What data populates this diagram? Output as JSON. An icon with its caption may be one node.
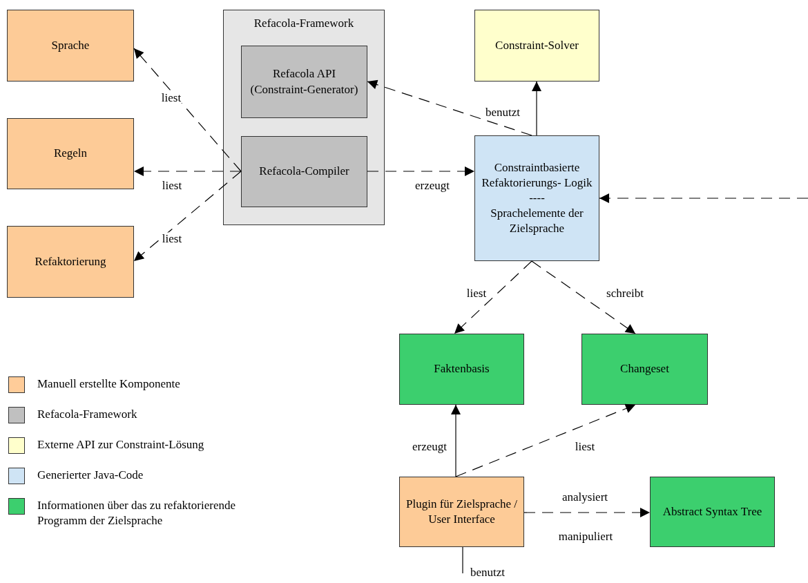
{
  "diagram": {
    "nodes": [
      {
        "text": [
          "Sprache"
        ]
      },
      {
        "text": [
          "Regeln"
        ]
      },
      {
        "text": [
          "Refaktorierung"
        ]
      },
      {
        "text": [
          "Refacola-Framework"
        ]
      },
      {
        "text": [
          "Refacola API (Constraint-Generator)"
        ],
        "in": 3
      },
      {
        "text": [
          "Refacola-Compiler"
        ],
        "in": 3
      },
      {
        "text": [
          "Constraint-Solver"
        ]
      },
      {
        "text": [
          "Constraintbasierte Refaktorierungs- Logik",
          "----",
          "Sprachelemente der Zielsprache"
        ]
      },
      {
        "text": [
          "Faktenbasis"
        ]
      },
      {
        "text": [
          "Changeset"
        ]
      },
      {
        "text": [
          "Plugin für Zielsprache / User Interface"
        ]
      },
      {
        "text": [
          "Abstract Syntax Tree"
        ]
      }
    ],
    "edges": [
      {
        "from": 5,
        "to": 0,
        "arrow": "to",
        "label": "liest",
        "style": "dashed"
      },
      {
        "from": 5,
        "to": 1,
        "arrow": "to",
        "label": "liest",
        "style": "dashed"
      },
      {
        "from": 5,
        "to": 2,
        "arrow": "to",
        "label": "liest",
        "style": "dashed"
      },
      {
        "from": 7,
        "to": 4,
        "arrow": "to",
        "style": "dashed"
      },
      {
        "from": 7,
        "to": 6,
        "arrow": "to",
        "label": "benutzt"
      },
      {
        "from": 5,
        "to": 7,
        "arrow": "to",
        "label": "erzeugt",
        "style": "dashed"
      },
      {
        "from": null,
        "to": 7,
        "arrow": "to",
        "style": "dashed"
      },
      {
        "from": 7,
        "to": 8,
        "arrow": "to",
        "label": "liest",
        "style": "dashed"
      },
      {
        "from": 7,
        "to": 9,
        "arrow": "to",
        "label": "schreibt",
        "style": "dashed"
      },
      {
        "from": 10,
        "to": 8,
        "arrow": "to",
        "label": "erzeugt"
      },
      {
        "from": 10,
        "to": 9,
        "arrow": "to",
        "label": "liest",
        "style": "dashed"
      },
      {
        "from": 10,
        "to": 11,
        "arrow": "to",
        "label": "analysiert",
        "style": "dashed"
      },
      {
        "from": 10,
        "to": null,
        "arrow": "none",
        "label": "benutzt"
      }
    ],
    "labels": [
      "manipuliert"
    ],
    "legend": [
      {
        "text": "Manuell erstellte Komponente",
        "color": "#ffcc99"
      },
      {
        "text": "Refacola-Framework",
        "color": "#c0c0c0"
      },
      {
        "text": "Externe API zur Constraint-Lösung",
        "color": "#ffffcc"
      },
      {
        "text": "Generierter Java-Code",
        "color": "#cfe4f5"
      },
      {
        "text": "Informationen über das zu refaktorierende Programm der Zielsprache",
        "color": "#3ccf6e"
      }
    ]
  }
}
